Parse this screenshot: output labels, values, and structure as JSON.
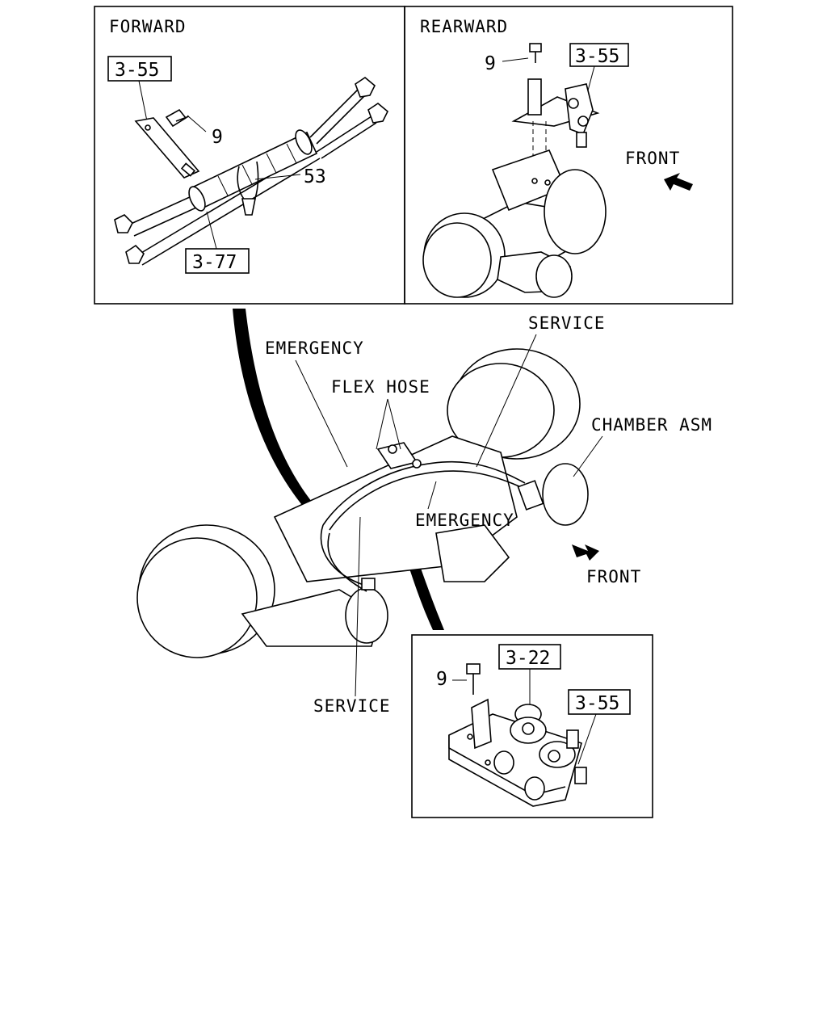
{
  "forward_panel": {
    "title": "FORWARD",
    "ref_top": "3-55",
    "ref_bottom": "3-77",
    "callout_bolt": "9",
    "callout_clip": "53"
  },
  "rearward_panel": {
    "title": "REARWARD",
    "ref": "3-55",
    "callout_bolt": "9",
    "front_label": "FRONT"
  },
  "main_view": {
    "emergency_top": "EMERGENCY",
    "flex_hose": "FLEX HOSE",
    "service_top": "SERVICE",
    "chamber_asm": "CHAMBER ASM",
    "emergency_mid": "EMERGENCY",
    "front_label": "FRONT",
    "service_bottom": "SERVICE"
  },
  "detail_panel": {
    "ref_valve": "3-22",
    "ref_fitting": "3-55",
    "callout_bolt": "9"
  }
}
